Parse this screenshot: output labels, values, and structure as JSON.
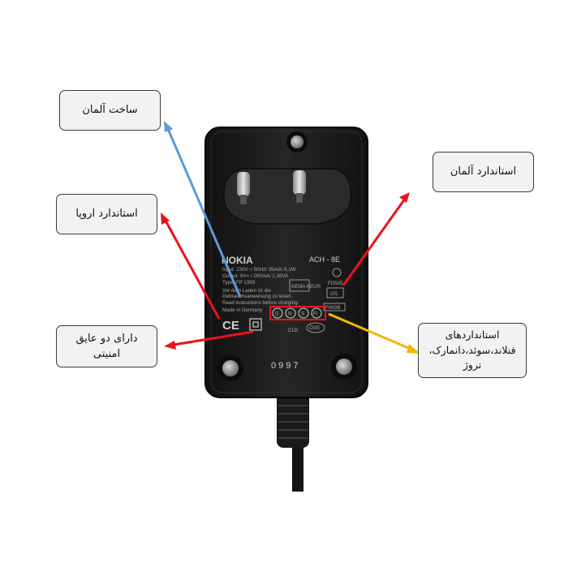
{
  "callouts": {
    "made_in_germany": "ساخت آلمان",
    "german_standard": "استاندارد آلمان",
    "european_standard": "استاندارد اروپا",
    "double_insulation": "دارای دو عایق\nامنیتی",
    "nordic_standards": "استانداردهای\nفنلاند،سوئد،دانمارک،\nنروژ"
  },
  "device": {
    "brand": "NOKIA",
    "model": "ACH - 8E",
    "spec_input": "Input: 230V~/ 50Hz/ 35mA/ 6,1W",
    "spec_output": "Output: 9V= / 265mA/ 2,38VA",
    "spec_type": "Type: FP 1399",
    "warning_de_1": "Vor dem Laden ist die",
    "warning_de_2": "Gebrauchsanweisung zu lesen.",
    "warning_en": "Read instructions before charging.",
    "made_in": "Made in Germany",
    "ce_mark": "CE",
    "nordic_marks": [
      "D",
      "N",
      "S",
      "FI"
    ],
    "mark_fd505": "FD505",
    "mark_keur": "KEMA KEUR",
    "mark_gs": "GS",
    "mark_fwgb": "FWGB",
    "mark_clb": "CLB",
    "mark_ove": "ÖVE",
    "serial": "0997"
  },
  "colors": {
    "red_arrow": "#e8131b",
    "blue_arrow": "#5b9bd5",
    "yellow_arrow": "#f2b705",
    "highlight_box": "#e8131b",
    "callout_fill": "#f2f2f2",
    "callout_border": "#3a3a3a",
    "device_body": "#1f1f1f"
  }
}
